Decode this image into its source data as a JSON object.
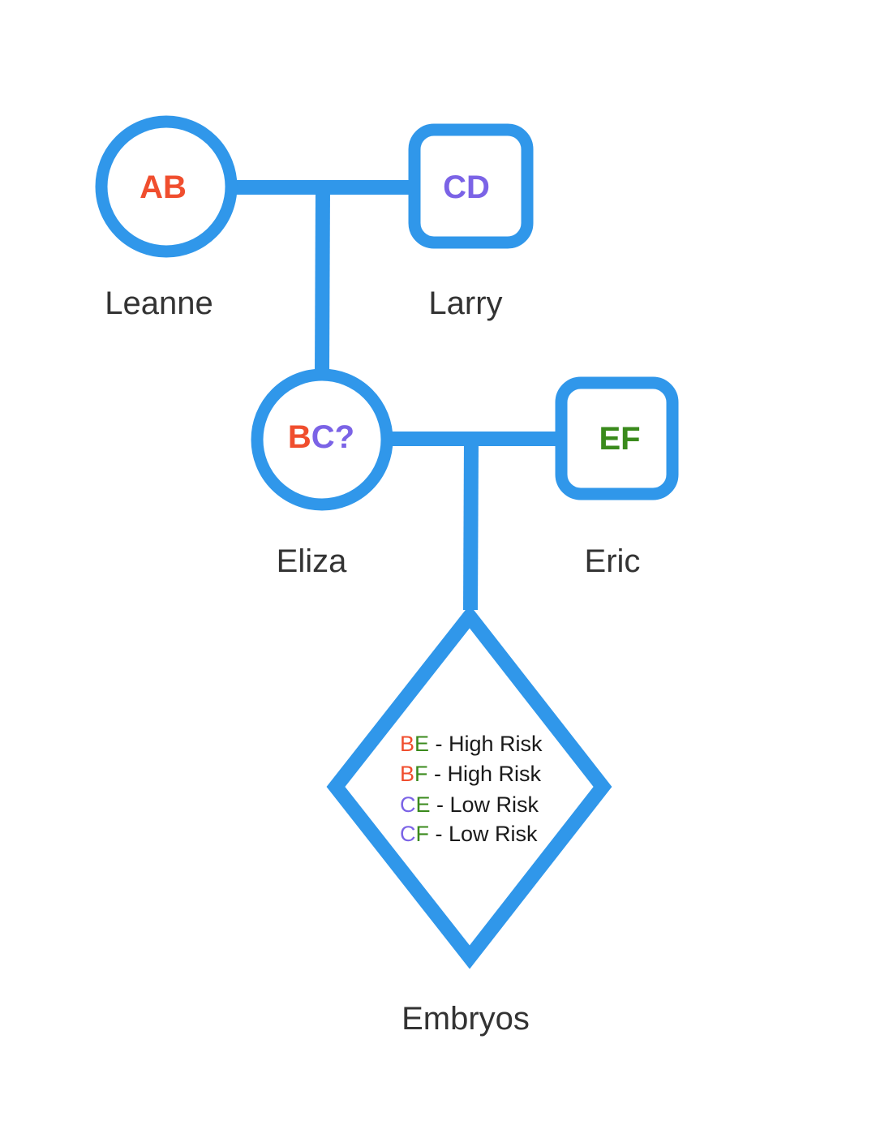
{
  "colors": {
    "line": "#3097EA",
    "allele_A": "#F04E2E",
    "allele_B": "#F04E2E",
    "allele_C": "#7B63E6",
    "allele_D": "#7B63E6",
    "allele_E": "#3A8A1C",
    "allele_F": "#3A8A1C",
    "name_text": "#333333",
    "risk_text": "#1a1a1a"
  },
  "people": {
    "leanne": {
      "name": "Leanne",
      "shape": "circle",
      "genotype_part1": "AB",
      "genotype_part2": ""
    },
    "larry": {
      "name": "Larry",
      "shape": "square",
      "genotype_part1": "CD",
      "genotype_part2": ""
    },
    "eliza": {
      "name": "Eliza",
      "shape": "circle",
      "genotype_part1": "B",
      "genotype_part2": "C?"
    },
    "eric": {
      "name": "Eric",
      "shape": "square",
      "genotype_part1": "EF",
      "genotype_part2": ""
    }
  },
  "embryos": {
    "name": "Embryos",
    "shape": "diamond",
    "outcomes": [
      {
        "allele1": "B",
        "allele2": "E",
        "risk": " - High Risk"
      },
      {
        "allele1": "B",
        "allele2": "F",
        "risk": " - High Risk"
      },
      {
        "allele1": "C",
        "allele2": "E",
        "risk": " - Low Risk"
      },
      {
        "allele1": "C",
        "allele2": "F",
        "risk": " - Low Risk"
      }
    ]
  }
}
